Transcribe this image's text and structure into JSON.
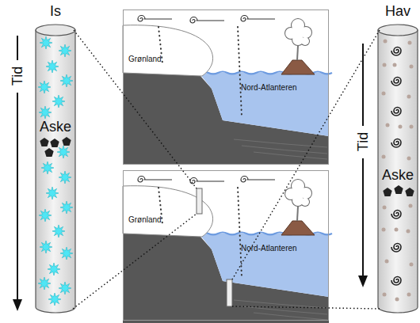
{
  "diagram": {
    "nodes": [
      {
        "text": [
          "Is",
          "Aske"
        ]
      },
      {
        "text": [
          "Grønland",
          "Nord-Atlanteren"
        ]
      },
      {
        "text": [
          "Hav",
          "Aske"
        ]
      },
      {
        "text": [
          "Grønland",
          "Nord-Atlanteren"
        ]
      }
    ],
    "labels": [
      "Tid",
      "Tid"
    ]
  }
}
